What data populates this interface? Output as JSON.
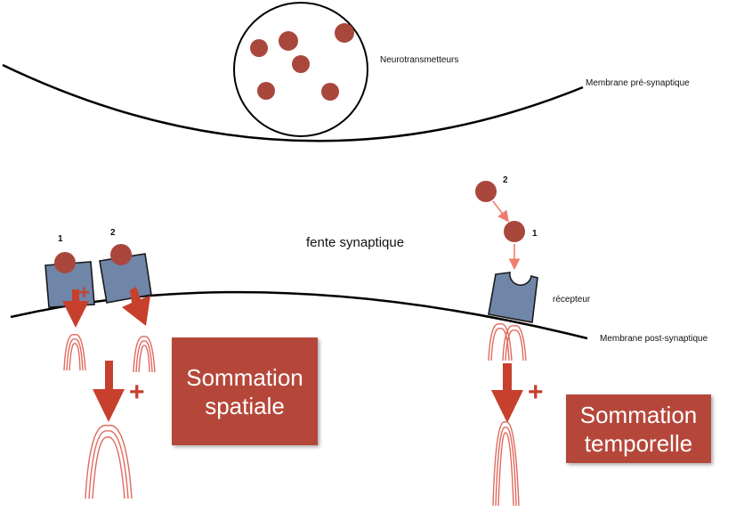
{
  "labels": {
    "neurotransmitters": "Neurotransmetteurs",
    "pre_membrane": "Membrane pré-synaptique",
    "cleft": "fente synaptique",
    "receptor": "récepteur",
    "post_membrane": "Membrane post-synaptique",
    "num1_left": "1",
    "num2_left": "2",
    "num2_right": "2",
    "num1_right": "1"
  },
  "boxes": {
    "spatial_line1": "Sommation",
    "spatial_line2": "spatiale",
    "temporal_line1": "Sommation",
    "temporal_line2": "temporelle"
  },
  "symbols": {
    "plus": "+"
  },
  "colors": {
    "neurotransmitter": "#a9473d",
    "receptor": "#6f86a8",
    "arrow": "#c7402d",
    "potential": "#e06a5e",
    "pink_arrow": "#ef7d6e",
    "box": "#b5473a"
  }
}
